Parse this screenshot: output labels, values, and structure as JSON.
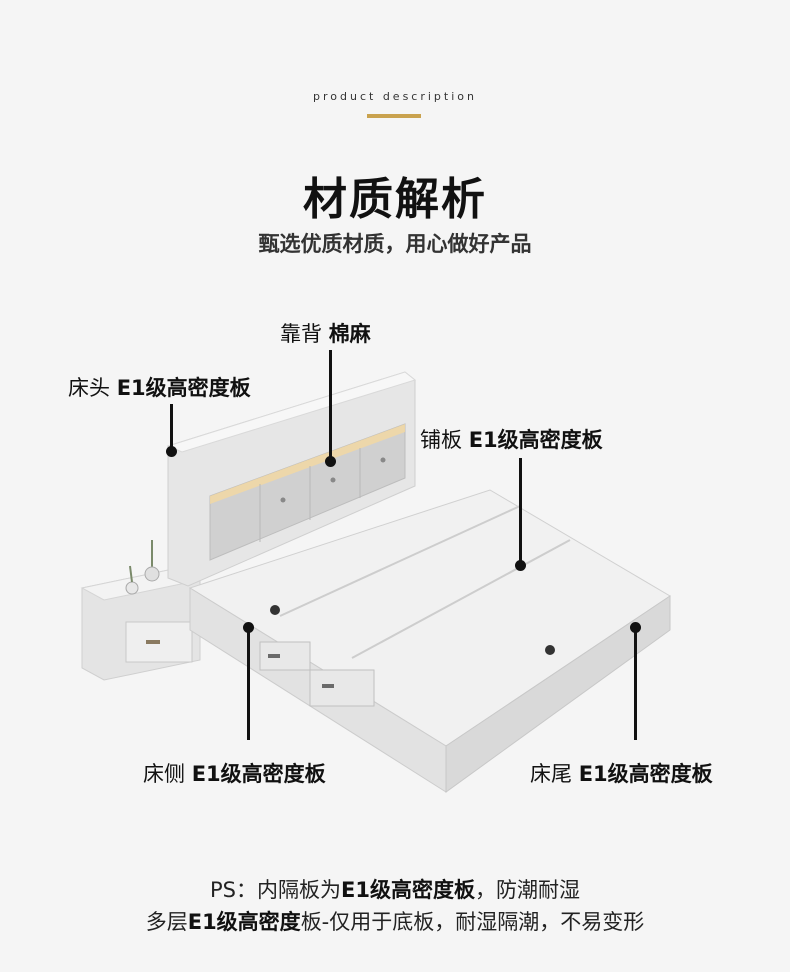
{
  "header": {
    "eyebrow": "product description",
    "title": "材质解析",
    "subtitle": "甄选优质材质，用心做好产品"
  },
  "callouts": {
    "backrest": {
      "part": "靠背",
      "material": "棉麻"
    },
    "headboard": {
      "part": "床头",
      "material": "E1级高密度板"
    },
    "slats": {
      "part": "铺板",
      "material": "E1级高密度板"
    },
    "side": {
      "part": "床侧",
      "material": "E1级高密度板"
    },
    "footboard": {
      "part": "床尾",
      "material": "E1级高密度板"
    }
  },
  "note": {
    "line1_a": "PS：内隔板为",
    "line1_b": "E1级高密度板",
    "line1_c": "，防潮耐湿",
    "line2_a": "多层",
    "line2_b": "E1级高密度",
    "line2_c": "板-仅用于底板，耐湿隔潮，不易变形"
  },
  "colors": {
    "accent": "#c9a24e"
  }
}
